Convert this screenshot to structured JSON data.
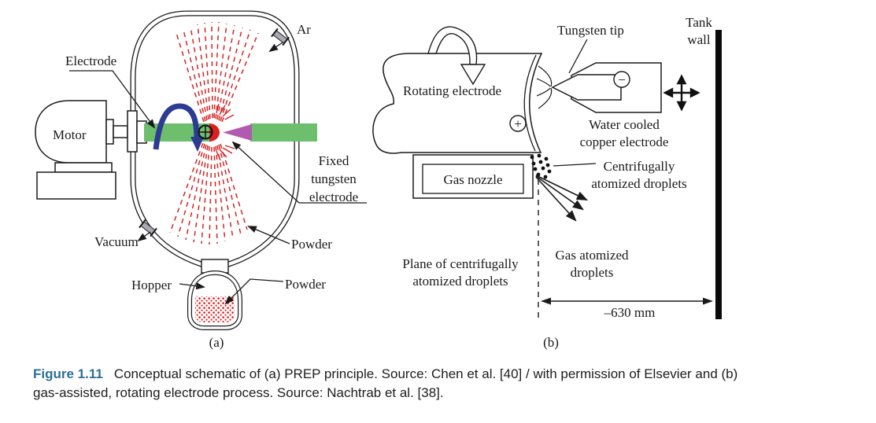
{
  "figure": {
    "caption": {
      "label": "Figure 1.11",
      "line1": "Conceptual schematic of (a) PREP principle. Source: Chen et al. [40] / with permission of Elsevier and (b)",
      "line2": "gas-assisted, rotating electrode process. Source: Nachtrab et al. [38]."
    }
  },
  "panel_a": {
    "tag": "(a)",
    "labels": {
      "electrode": "Electrode",
      "motor": "Motor",
      "ar": "Ar",
      "vacuum": "Vacuum",
      "powder_spray": "Powder",
      "hopper": "Hopper",
      "powder_hopper": "Powder",
      "fixed_electrode_line1": "Fixed",
      "fixed_electrode_line2": "tungsten",
      "fixed_electrode_line3": "electrode"
    }
  },
  "panel_b": {
    "tag": "(b)",
    "labels": {
      "rotating_electrode": "Rotating electrode",
      "plus": "+",
      "minus": "−",
      "tungsten_tip": "Tungsten tip",
      "tank_line1": "Tank",
      "tank_line2": "wall",
      "water_cooled_line1": "Water cooled",
      "water_cooled_line2": "copper electrode",
      "gas_nozzle": "Gas nozzle",
      "centrifugal_line1": "Centrifugally",
      "centrifugal_line2": "atomized droplets",
      "gas_atomized_line1": "Gas atomized",
      "gas_atomized_line2": "droplets",
      "plane_line1": "Plane of centrifugally",
      "plane_line2": "atomized droplets",
      "distance": "–630 mm"
    }
  },
  "colors": {
    "electrode_green": "#6dbf6d",
    "tungsten_purple": "#b05ab0",
    "melt_red": "#d92121",
    "spray_red": "#d42424",
    "rotation_blue": "#2b3c92",
    "caption_accent": "#2b7095"
  }
}
